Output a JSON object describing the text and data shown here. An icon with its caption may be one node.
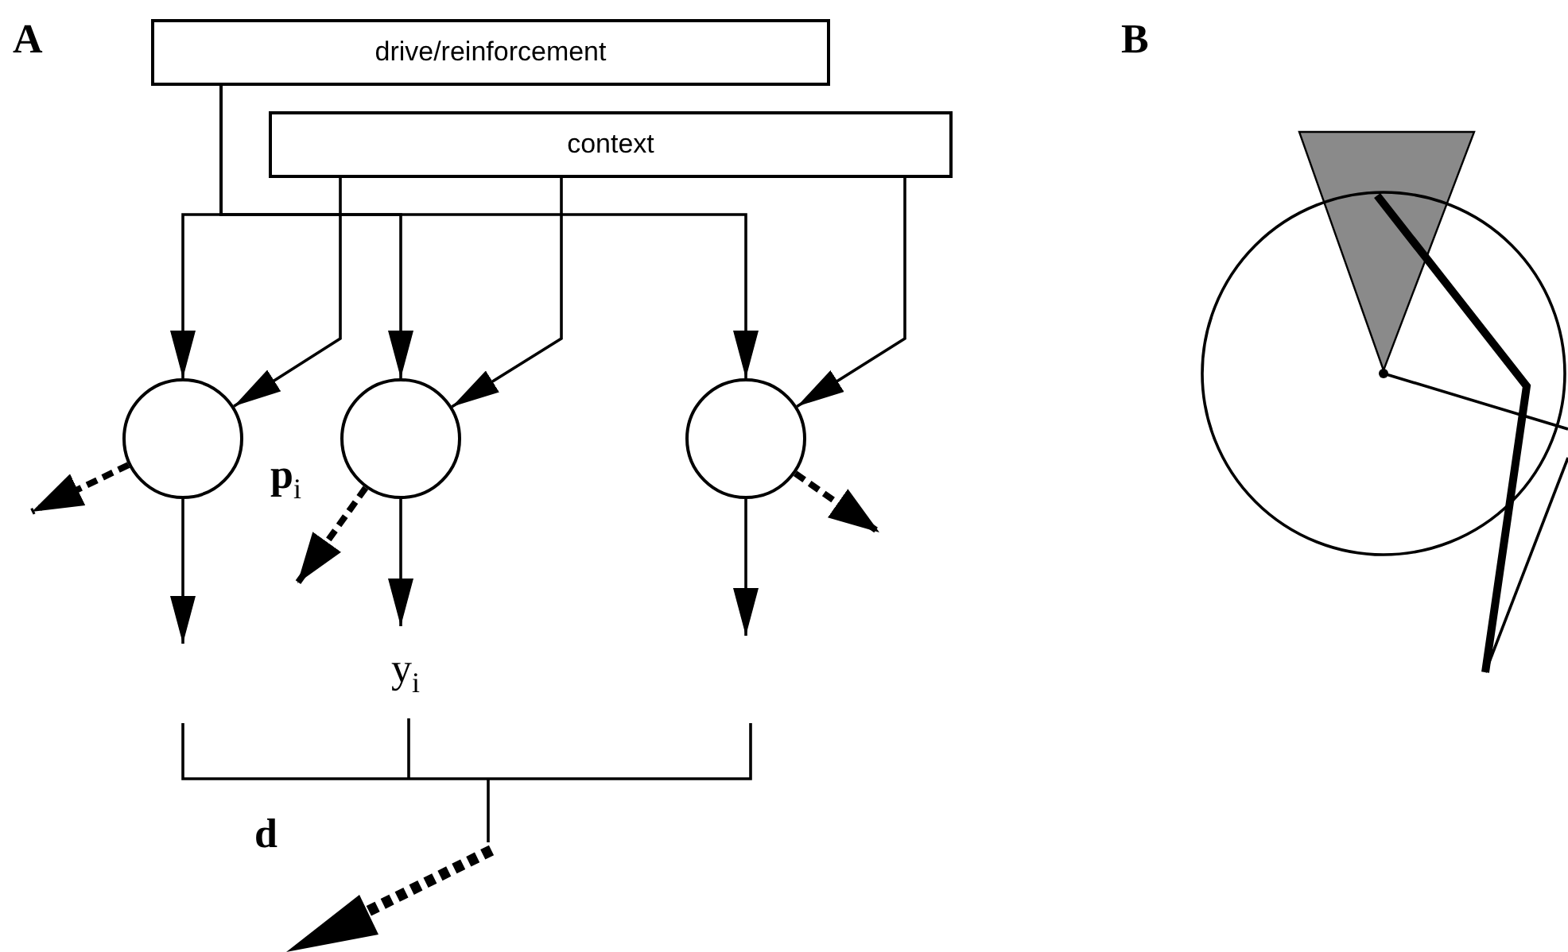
{
  "diagram": {
    "nodes": [
      {
        "text": [
          "drive/reinforcement"
        ]
      },
      {
        "text": [
          "context"
        ]
      },
      {
        "text": [],
        "shape": "circle"
      },
      {
        "text": [],
        "shape": "circle"
      },
      {
        "text": [],
        "shape": "circle"
      }
    ],
    "edges": [
      {
        "from": 0,
        "to": 2,
        "arrow": "to"
      },
      {
        "from": 0,
        "to": 3,
        "arrow": "to"
      },
      {
        "from": 0,
        "to": 4,
        "arrow": "to"
      },
      {
        "from": 1,
        "to": 2,
        "arrow": "to"
      },
      {
        "from": 1,
        "to": 3,
        "arrow": "to"
      },
      {
        "from": 1,
        "to": 4,
        "arrow": "to"
      },
      {
        "from": 2,
        "to": null,
        "arrow": "to",
        "style": "dashed"
      },
      {
        "from": 3,
        "to": null,
        "arrow": "to",
        "style": "dashed"
      },
      {
        "from": 4,
        "to": null,
        "arrow": "to",
        "style": "dashed"
      },
      {
        "from": 2,
        "to": null,
        "arrow": "to"
      },
      {
        "from": 3,
        "to": null,
        "arrow": "to"
      },
      {
        "from": 4,
        "to": null,
        "arrow": "to"
      }
    ],
    "labels": [
      "A",
      "**p**$_{i}$",
      "y$_{i}$",
      "d",
      "B"
    ]
  }
}
